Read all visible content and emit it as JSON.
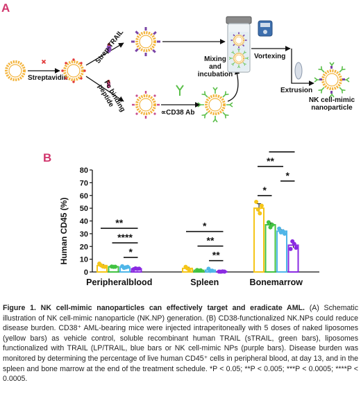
{
  "panel_a": {
    "letter": "A",
    "labels": {
      "streptavidin": "Streptavidin",
      "strep_trail": "Strep-TRAIL",
      "fc_binding": "Fc binding",
      "peptide": "peptide",
      "cd38_ab": "∝CD38 Ab",
      "mixing_1": "Mixing",
      "mixing_2": "and",
      "mixing_3": "incubation",
      "vortexing": "Vortexing",
      "extrusion": "Extrusion",
      "result_1": "NK cell-mimic",
      "result_2": "nanoparticle"
    }
  },
  "panel_b": {
    "letter": "B"
  },
  "chart_data": {
    "type": "bar",
    "ylabel": "Human CD45 (%)",
    "ylim": [
      0,
      80
    ],
    "yticks": [
      0,
      10,
      20,
      30,
      40,
      50,
      60,
      70,
      80
    ],
    "ytick_labels": [
      "0",
      "10",
      "20",
      "30",
      "40",
      "50",
      "60",
      "70",
      "80"
    ],
    "categories": [
      "Peripheralblood",
      "Spleen",
      "Bonemarrow"
    ],
    "series": [
      {
        "color": "#f5c518",
        "values": [
          5.0,
          2.8,
          50
        ],
        "errors": [
          0.8,
          0.9,
          3.5
        ],
        "points": [
          [
            6.5,
            5.2,
            4.3,
            4.0
          ],
          [
            4.0,
            2.8,
            1.6
          ],
          [
            55,
            49,
            46,
            52
          ]
        ]
      },
      {
        "color": "#41c241",
        "values": [
          4.1,
          1.3,
          37
        ],
        "errors": [
          0.2,
          0.3,
          1.5
        ],
        "points": [
          [
            4.2,
            4.0,
            4.1
          ],
          [
            1.5,
            1.0,
            1.3
          ],
          [
            39,
            35,
            37
          ]
        ]
      },
      {
        "color": "#4fb6e8",
        "values": [
          3.8,
          1.4,
          32
        ],
        "errors": [
          0.6,
          0.6,
          1.2
        ],
        "points": [
          [
            4.5,
            3.2,
            3.6,
            4.0
          ],
          [
            2.5,
            0.8,
            1.0
          ],
          [
            34,
            31,
            32,
            30
          ]
        ]
      },
      {
        "color": "#8a2be2",
        "values": [
          2.5,
          0.3,
          21
        ],
        "errors": [
          0.3,
          0.1,
          2.0
        ],
        "points": [
          [
            2.2,
            2.8,
            2.4,
            2.6
          ],
          [
            0.3,
            0.2,
            0.4,
            0.3
          ],
          [
            18,
            24,
            22,
            19
          ]
        ]
      }
    ],
    "significance": [
      {
        "category": 0,
        "from": 0,
        "to": 3,
        "label": "**"
      },
      {
        "category": 0,
        "from": 1,
        "to": 3,
        "label": "****"
      },
      {
        "category": 0,
        "from": 2,
        "to": 3,
        "label": "*"
      },
      {
        "category": 1,
        "from": 0,
        "to": 3,
        "label": "*"
      },
      {
        "category": 1,
        "from": 1,
        "to": 3,
        "label": "**"
      },
      {
        "category": 1,
        "from": 2,
        "to": 3,
        "label": "**"
      },
      {
        "category": 2,
        "from": 0,
        "to": 3,
        "label": "***"
      },
      {
        "category": 2,
        "from": 0,
        "to": 2,
        "label": "**"
      },
      {
        "category": 2,
        "from": 0,
        "to": 1,
        "label": "*"
      },
      {
        "category": 2,
        "from": 1,
        "to": 3,
        "label": "*"
      },
      {
        "category": 2,
        "from": 2,
        "to": 3,
        "label": "*"
      }
    ]
  },
  "caption": {
    "title": "Figure 1. NK cell-mimic nanoparticles can effectively target and eradicate AML.",
    "body": " (A) Schematic illustration of NK cell-mimic nanoparticle (NK.NP) generation. (B) CD38-functionalized NK.NPs could reduce disease burden. CD38⁺ AML-bearing mice were injected intraperitoneally with 5 doses of naked liposomes (yellow bars) as vehicle control, soluble recombinant human TRAIL (sTRAIL, green bars), liposomes functionalized with TRAIL (LP/TRAIL, blue bars or NK cell-mimic NPs (purple bars). Disease burden was monitored by determining the percentage of live human CD45⁺ cells in peripheral blood, at day 13, and in the spleen and bone marrow at the end of the treatment schedule. *P < 0.05; **P < 0.005; ***P < 0.0005; ****P < 0.0005."
  }
}
